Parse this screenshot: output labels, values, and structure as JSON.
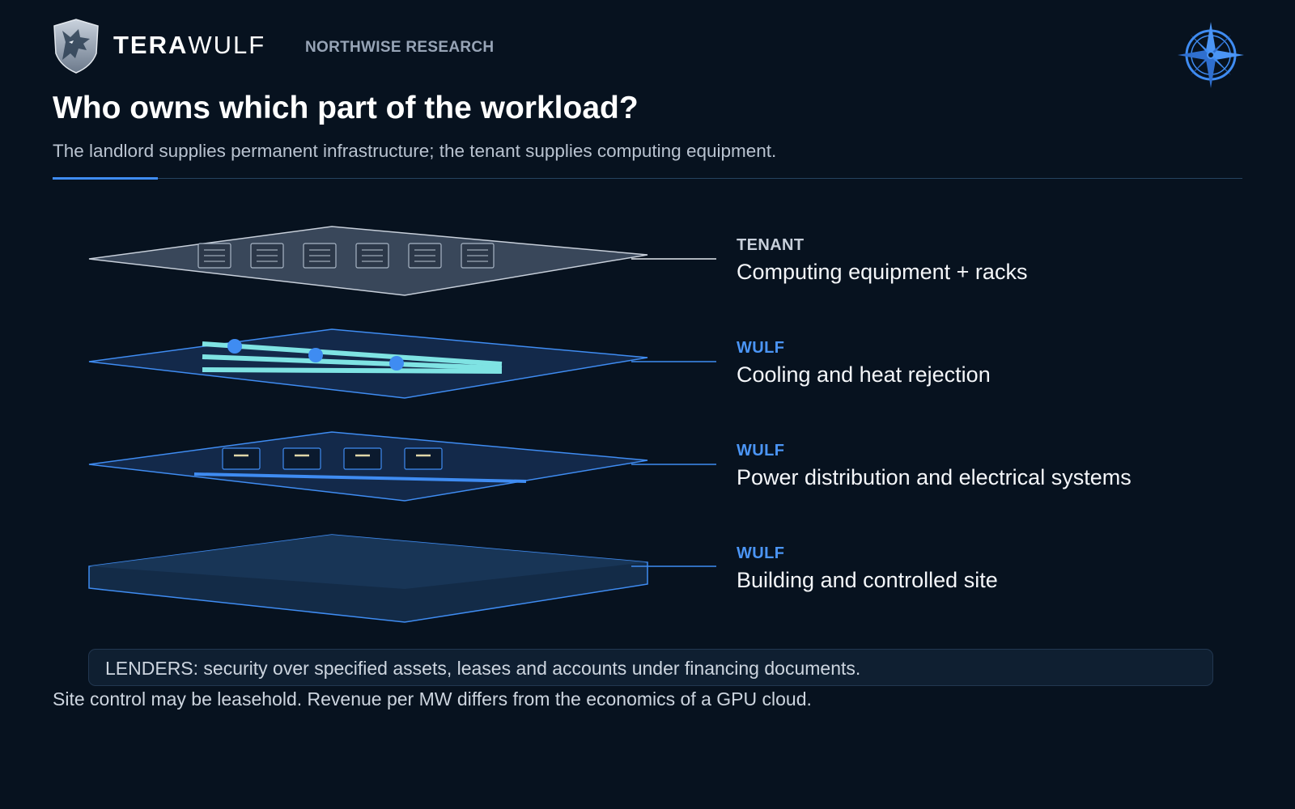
{
  "brand": {
    "name_bold": "TERA",
    "name_thin": "WULF",
    "publisher": "NORTHWISE RESEARCH"
  },
  "title": "Who owns which part of the workload?",
  "subtitle": "The landlord supplies permanent infrastructure; the tenant supplies computing equipment.",
  "layers": [
    {
      "owner": "TENANT",
      "description": "Computing equipment + racks"
    },
    {
      "owner": "WULF",
      "description": "Cooling and heat rejection"
    },
    {
      "owner": "WULF",
      "description": "Power distribution and electrical systems"
    },
    {
      "owner": "WULF",
      "description": "Building and controlled site"
    }
  ],
  "lenders_note": "LENDERS: security over specified assets, leases and accounts under financing documents.",
  "footnote": "Site control may be leasehold. Revenue per MW differs from the economics of a GPU cloud.",
  "colors": {
    "background": "#07121f",
    "accent": "#3f8cf2",
    "tenant_label": "#c7cfda",
    "wulf_label": "#4b95f5",
    "coolant": "#7fe3e3"
  },
  "icons": {
    "logo": "wolf-shield-icon",
    "badge": "compass-rose-icon"
  }
}
